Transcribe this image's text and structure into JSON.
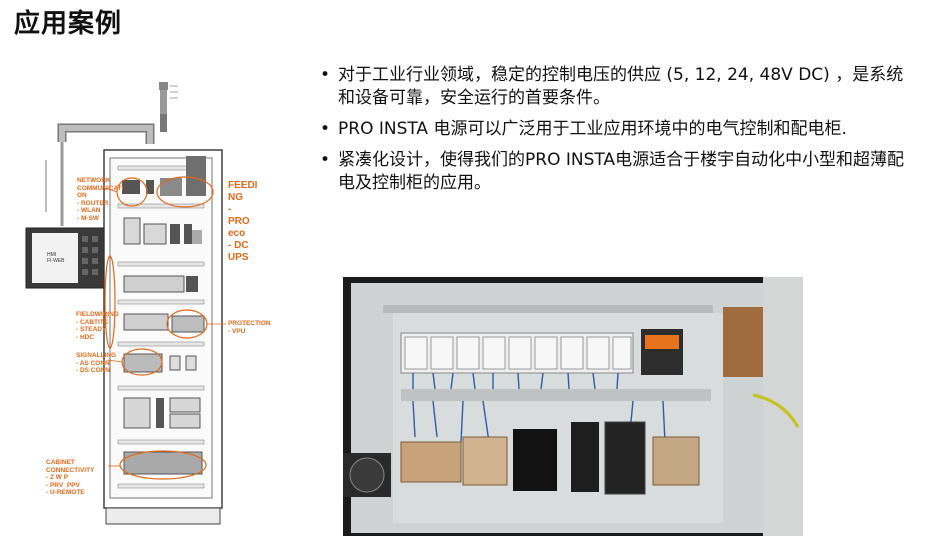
{
  "page": {
    "title": "应用案例",
    "bullets": [
      "对于工业行业领域，稳定的控制电压的供应 (5, 12, 24, 48V DC) ，是系统和设备可靠，安全运行的首要条件。",
      "PRO INSTA 电源可以广泛用于工业应用环境中的电气控制和配电柜.",
      "紧凑化设计，使得我们的PRO INSTA电源适合于楼宇自动化中小型和超薄配电及控制柜的应用。"
    ]
  },
  "diagram": {
    "labels": {
      "network": "NETWORK\nCOMMUNICATI\nON\n- ROUTER\n- WLAN\n- M-SW",
      "feeding": "FEEDI\nNG\n-\nPRO\neco\n- DC\nUPS",
      "fieldwiring": "FIELDWIRING\n- CABTITE\n- STEADY\n- HDC",
      "protection": "PROTECTION\n- VPU",
      "signalling": "SIGNALLING\n- AS CONN\n- DS CONN",
      "cabinet": "CABINET\nCONNECTIVITY\n- Z W P\n- PRV  PPV\n- U-REMOTE",
      "hmi": "HMI\nFI-WEB"
    }
  },
  "colors": {
    "accent": "#e06a1b",
    "title": "#111111"
  }
}
